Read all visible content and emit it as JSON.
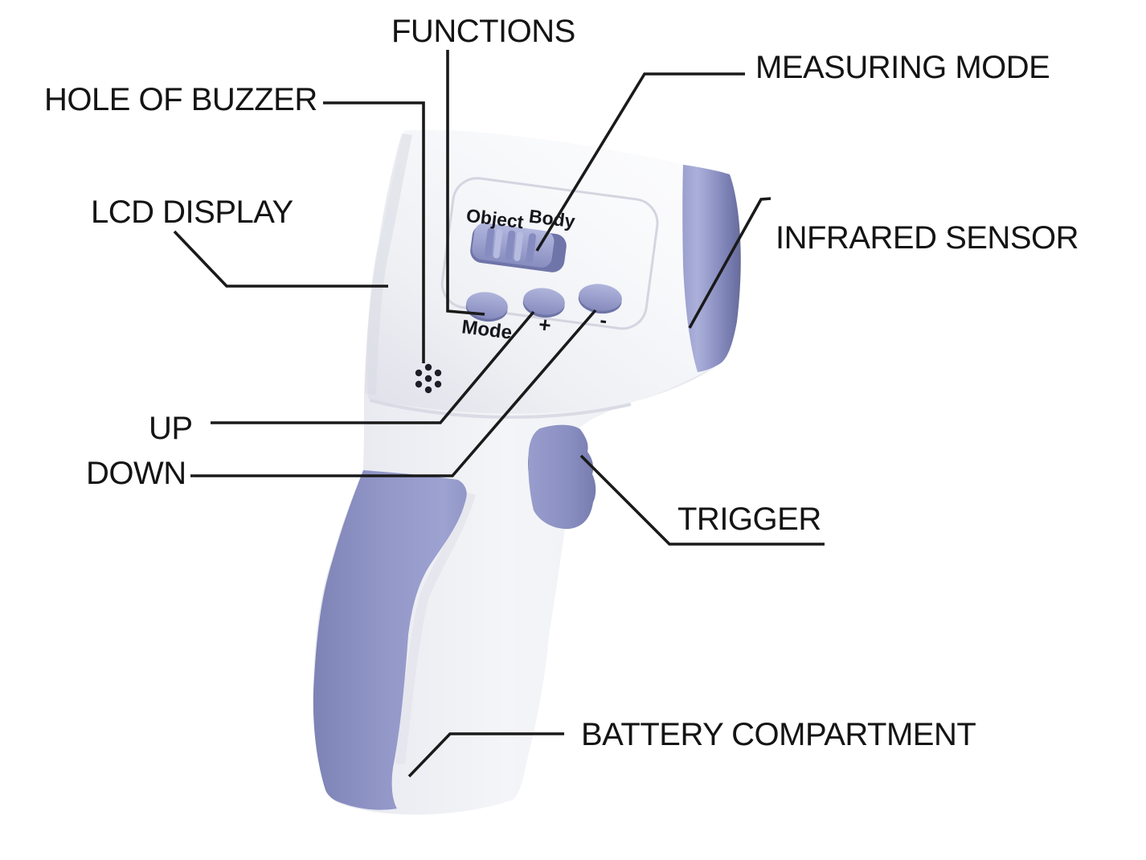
{
  "callouts": {
    "functions": "FUNCTIONS",
    "measuring_mode": "MEASURING MODE",
    "hole_of_buzzer": "HOLE OF BUZZER",
    "lcd_display": "LCD DISPLAY",
    "infrared_sensor": "INFRARED SENSOR",
    "up": "UP",
    "down": "DOWN",
    "trigger": "TRIGGER",
    "battery_compartment": "BATTERY COMPARTMENT"
  },
  "device": {
    "mode_switch": {
      "left_label": "Object",
      "right_label": "Body"
    },
    "buttons": {
      "mode": "Mode",
      "plus": "+",
      "minus": "-"
    }
  },
  "colors": {
    "background": "#ffffff",
    "callout_text": "#141414",
    "leader_line": "#1a1a1a",
    "body_white": "#f3f4f7",
    "accent_purple": "#9095c7",
    "accent_purple_dark": "#6f75a8",
    "accent_purple_light": "#aeb3db",
    "device_text": "#15151d"
  }
}
